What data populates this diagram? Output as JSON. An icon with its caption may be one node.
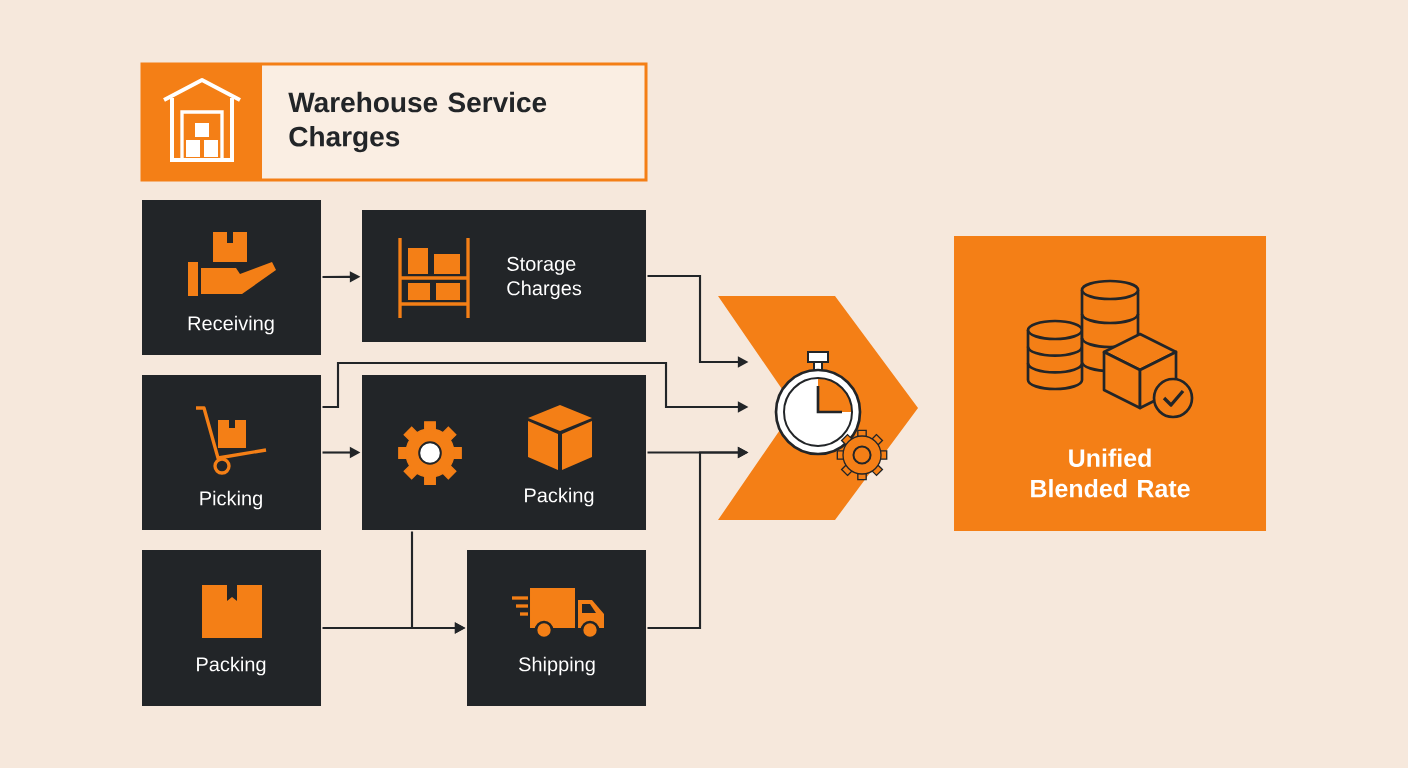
{
  "diagram": {
    "nodes": [
      {
        "text": [
          "Warehouse Service Charges"
        ]
      },
      {
        "text": [
          "Receiving"
        ]
      },
      {
        "text": [
          "Storage Charges"
        ]
      },
      {
        "text": [
          "Picking"
        ]
      },
      {
        "text": [
          "Packing"
        ]
      },
      {
        "text": [
          "Packing"
        ]
      },
      {
        "text": [
          "Shipping"
        ]
      },
      {
        "text": [],
        "shape": "chevron"
      },
      {
        "text": [
          "Unified Blended Rate"
        ]
      }
    ],
    "edges": [
      {
        "from": 1,
        "to": 2,
        "arrow": "to"
      },
      {
        "from": 2,
        "to": 7,
        "arrow": "to"
      },
      {
        "from": 3,
        "to": 7,
        "arrow": "to"
      },
      {
        "from": 3,
        "to": 4,
        "arrow": "to"
      },
      {
        "from": 4,
        "to": 7,
        "arrow": "to"
      },
      {
        "from": 6,
        "to": 7,
        "arrow": "to"
      },
      {
        "from": 5,
        "to": 6,
        "arrow": "to"
      },
      {
        "from": 4,
        "to": 6,
        "arrow": "to"
      }
    ]
  }
}
